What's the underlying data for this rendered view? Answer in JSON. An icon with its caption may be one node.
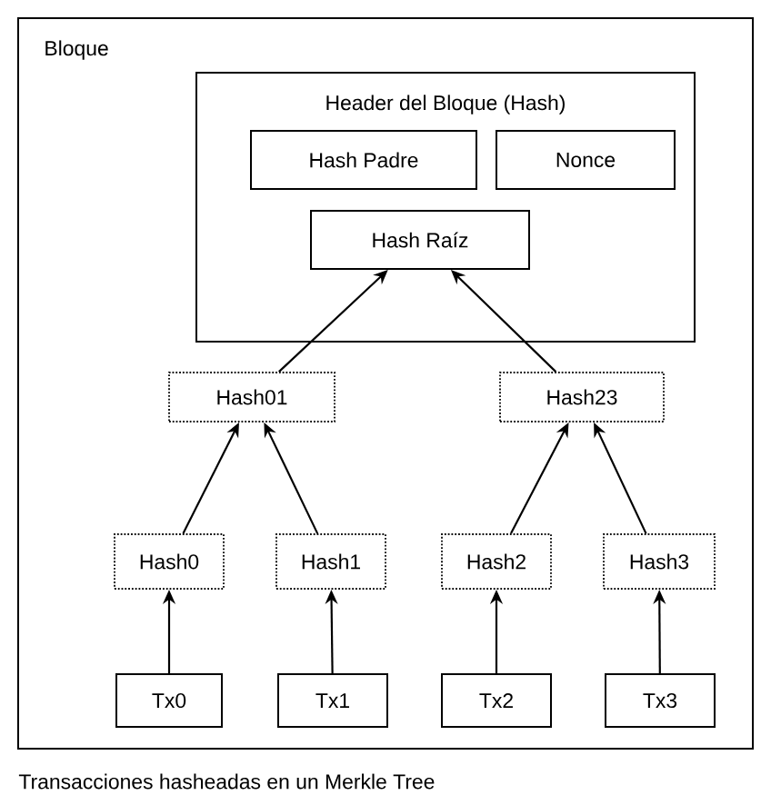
{
  "diagram": {
    "caption": "Transacciones hasheadas en un Merkle Tree",
    "nodes": [
      {
        "text": [
          "Bloque"
        ]
      },
      {
        "text": [
          "Header del Bloque (Hash)"
        ],
        "in": 0
      },
      {
        "text": [
          "Hash Padre"
        ],
        "in": 1
      },
      {
        "text": [
          "Nonce"
        ],
        "in": 1
      },
      {
        "text": [
          "Hash Raíz"
        ],
        "in": 1
      },
      {
        "text": [
          "Hash01"
        ],
        "in": 0
      },
      {
        "text": [
          "Hash23"
        ],
        "in": 0
      },
      {
        "text": [
          "Hash0"
        ],
        "in": 0
      },
      {
        "text": [
          "Hash1"
        ],
        "in": 0
      },
      {
        "text": [
          "Hash2"
        ],
        "in": 0
      },
      {
        "text": [
          "Hash3"
        ],
        "in": 0
      },
      {
        "text": [
          "Tx0"
        ],
        "in": 0
      },
      {
        "text": [
          "Tx1"
        ],
        "in": 0
      },
      {
        "text": [
          "Tx2"
        ],
        "in": 0
      },
      {
        "text": [
          "Tx3"
        ],
        "in": 0
      }
    ],
    "edges": [
      {
        "from": 11,
        "to": 7,
        "arrow": "to"
      },
      {
        "from": 12,
        "to": 8,
        "arrow": "to"
      },
      {
        "from": 13,
        "to": 9,
        "arrow": "to"
      },
      {
        "from": 14,
        "to": 10,
        "arrow": "to"
      },
      {
        "from": 7,
        "to": 5,
        "arrow": "to"
      },
      {
        "from": 8,
        "to": 5,
        "arrow": "to"
      },
      {
        "from": 9,
        "to": 6,
        "arrow": "to"
      },
      {
        "from": 10,
        "to": 6,
        "arrow": "to"
      },
      {
        "from": 5,
        "to": 4,
        "arrow": "to"
      },
      {
        "from": 6,
        "to": 4,
        "arrow": "to"
      }
    ]
  }
}
